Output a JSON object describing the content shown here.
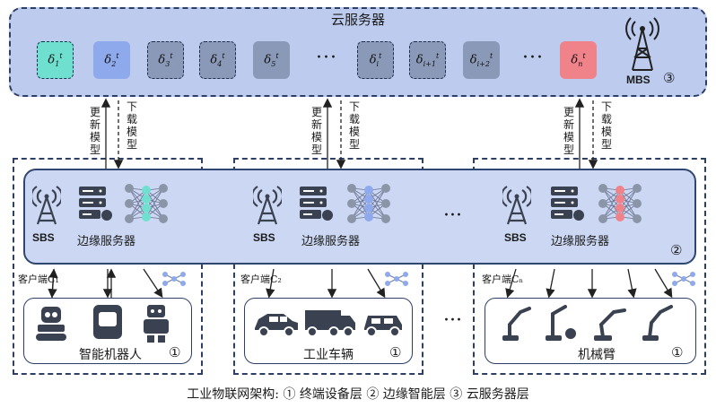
{
  "cloud": {
    "title": "云服务器",
    "deltas": [
      {
        "sub": "1",
        "color": "#6fe0cf",
        "selected": true
      },
      {
        "sub": "2",
        "color": "#8ea9ec",
        "selected": false
      },
      {
        "sub": "3",
        "color": "#8a99b8",
        "selected": true
      },
      {
        "sub": "4",
        "color": "#8a99b8",
        "selected": true
      },
      {
        "sub": "5",
        "color": "#8a99b8",
        "selected": false
      },
      {
        "sub": "i",
        "color": "#8a99b8",
        "selected": true
      },
      {
        "sub": "i+1",
        "color": "#8a99b8",
        "selected": true
      },
      {
        "sub": "i+2",
        "color": "#8a99b8",
        "selected": false
      },
      {
        "sub": "n",
        "color": "#f0828a",
        "selected": false
      }
    ],
    "dots": "···",
    "mbs_label": "MBS",
    "layer_num": "③"
  },
  "links": {
    "upload_label": "更新模型",
    "download_label": "下载模型"
  },
  "edge": {
    "sbs_label": "SBS",
    "server_label": "边缘服务器",
    "layer_num": "②",
    "dots": "···",
    "groups": [
      {
        "client": "客户端C₁",
        "device": "智能机器人",
        "layer_num": "①",
        "nn_color": "#6fe0cf"
      },
      {
        "client": "客户端C₂",
        "device": "工业车辆",
        "layer_num": "①",
        "nn_color": "#8ea9ec"
      },
      {
        "client": "客户端Cₙ",
        "device": "机械臂",
        "layer_num": "①",
        "nn_color": "#f0828a"
      }
    ]
  },
  "colors": {
    "cloud_bg": "#bccbee",
    "edge_bg": "#ccd8f3",
    "border": "#2e3f66",
    "icon": "#3a4150"
  },
  "footer": "工业物联网架构:  ① 终端设备层  ② 边缘智能层  ③ 云服务器层"
}
